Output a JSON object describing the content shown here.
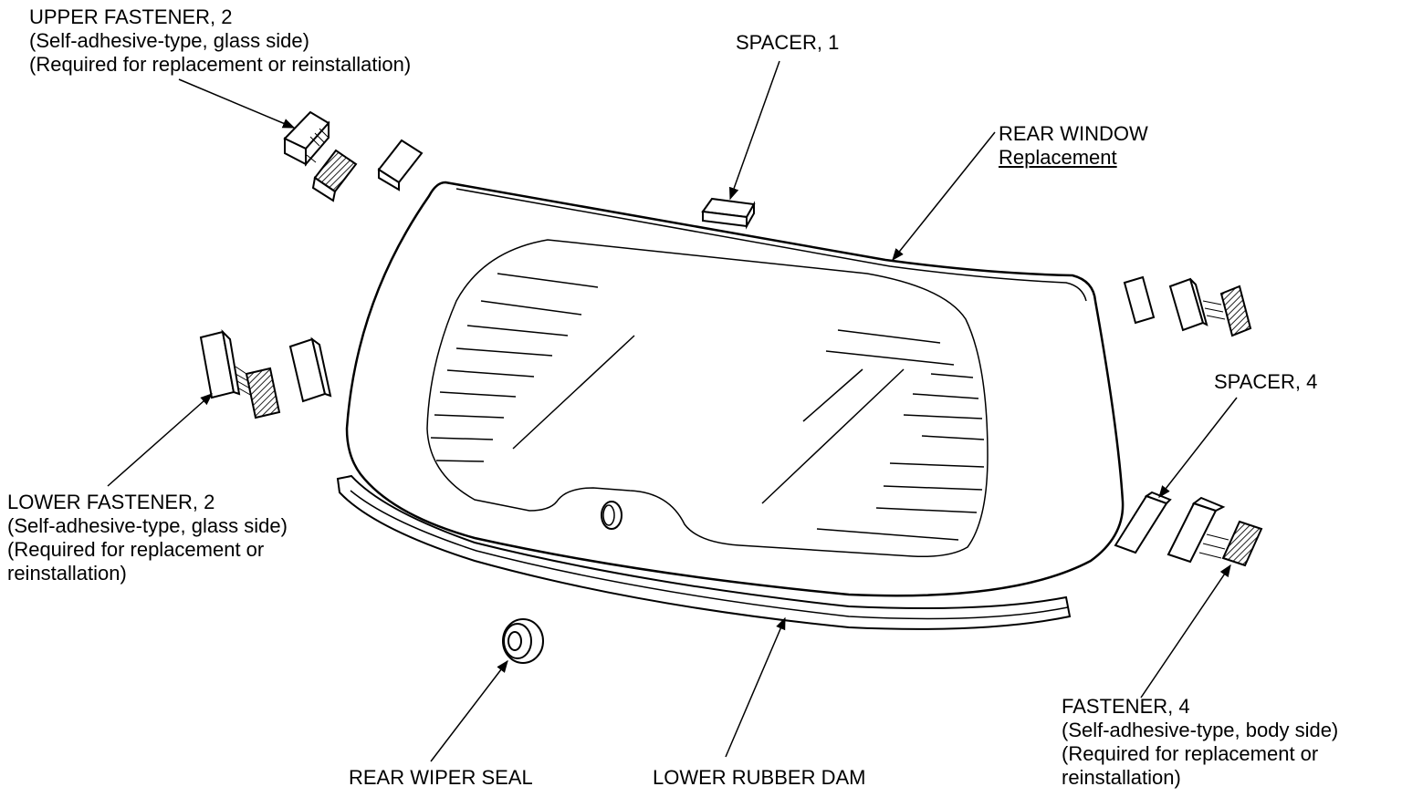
{
  "labels": {
    "upper_fastener": {
      "title": "UPPER FASTENER, 2",
      "line2": "(Self-adhesive-type, glass side)",
      "line3": "(Required for replacement or reinstallation)"
    },
    "spacer_1": {
      "title": "SPACER, 1"
    },
    "rear_window": {
      "title": "REAR WINDOW",
      "subtitle": "Replacement"
    },
    "spacer_4": {
      "title": "SPACER, 4"
    },
    "lower_fastener": {
      "title": "LOWER FASTENER, 2",
      "line2": "(Self-adhesive-type, glass side)",
      "line3": "(Required for replacement or",
      "line4": "reinstallation)"
    },
    "fastener_4": {
      "title": "FASTENER, 4",
      "line2": "(Self-adhesive-type, body side)",
      "line3": "(Required for replacement or",
      "line4": "reinstallation)"
    },
    "rear_wiper_seal": {
      "title": "REAR WIPER SEAL"
    },
    "lower_rubber_dam": {
      "title": "LOWER RUBBER DAM"
    }
  },
  "colors": {
    "ink": "#000000",
    "paper": "#ffffff",
    "hatch": "#333333"
  }
}
